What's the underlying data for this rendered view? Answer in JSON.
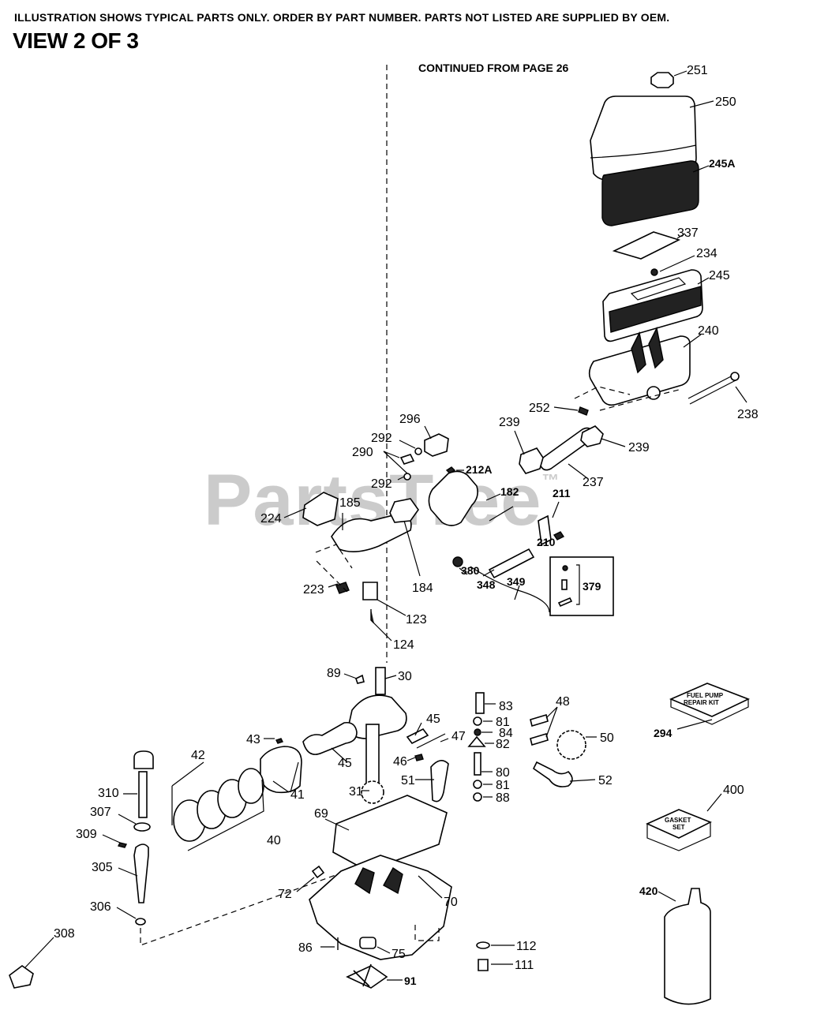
{
  "header": {
    "notice": "ILLUSTRATION SHOWS TYPICAL PARTS ONLY. ORDER BY PART NUMBER. PARTS NOT LISTED ARE SUPPLIED BY OEM.",
    "view": "VIEW 2 OF 3",
    "continued": "CONTINUED FROM PAGE 26"
  },
  "watermark": {
    "text": "PartsTree",
    "mark": "™"
  },
  "callouts": {
    "c251": "251",
    "c250": "250",
    "c245A": "245A",
    "c337": "337",
    "c234": "234",
    "c245": "245",
    "c240": "240",
    "c238": "238",
    "c252": "252",
    "c239a": "239",
    "c239b": "239",
    "c237": "237",
    "c296": "296",
    "c292a": "292",
    "c290": "290",
    "c292b": "292",
    "c212A": "212A",
    "c182": "182",
    "c211": "211",
    "c210": "210",
    "c185": "185",
    "c224": "224",
    "c184": "184",
    "c380": "380",
    "c348": "348",
    "c349": "349",
    "c379": "379",
    "c223": "223",
    "c123": "123",
    "c124": "124",
    "c89": "89",
    "c30": "30",
    "c83": "83",
    "c81a": "81",
    "c84": "84",
    "c82": "82",
    "c80": "80",
    "c81b": "81",
    "c88": "88",
    "c48": "48",
    "c50": "50",
    "c52": "52",
    "c45a": "45",
    "c47": "47",
    "c46": "46",
    "c51": "51",
    "c43": "43",
    "c45b": "45",
    "c42": "42",
    "c41": "41",
    "c40": "40",
    "c31": "31",
    "c69": "69",
    "c70": "70",
    "c72": "72",
    "c310": "310",
    "c307": "307",
    "c309": "309",
    "c305": "305",
    "c306": "306",
    "c308": "308",
    "c86": "86",
    "c75": "75",
    "c112": "112",
    "c111": "111",
    "c91": "91",
    "c294": "294",
    "c400": "400",
    "c420": "420"
  },
  "kits": {
    "fuel_pump_1": "FUEL PUMP",
    "fuel_pump_2": "REPAIR KIT",
    "gasket_1": "GASKET",
    "gasket_2": "SET"
  }
}
